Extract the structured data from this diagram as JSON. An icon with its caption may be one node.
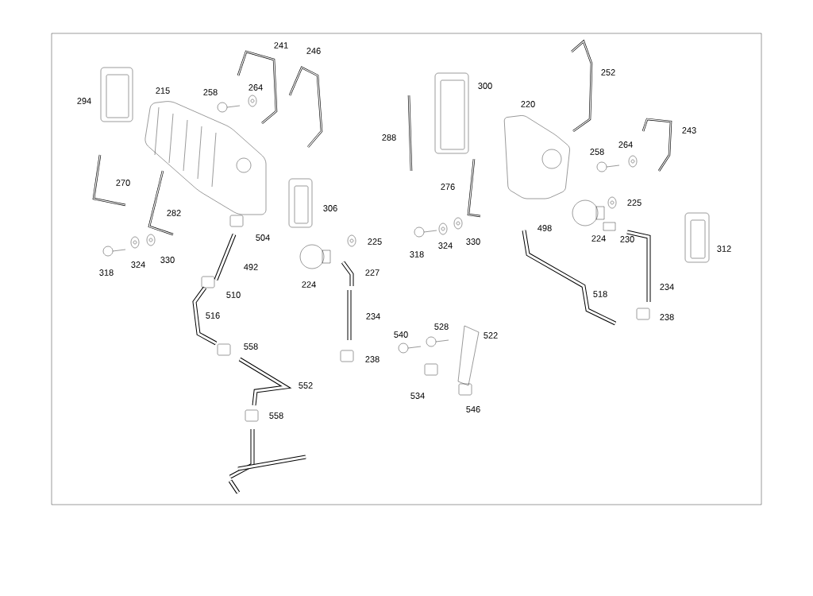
{
  "diagram": {
    "labels": [
      "241",
      "246",
      "252",
      "215",
      "258",
      "264",
      "300",
      "294",
      "220",
      "243",
      "288",
      "258",
      "264",
      "270",
      "276",
      "282",
      "306",
      "225",
      "498",
      "504",
      "225",
      "224",
      "230",
      "318",
      "324",
      "330",
      "318",
      "324",
      "330",
      "312",
      "492",
      "227",
      "224",
      "234",
      "510",
      "518",
      "516",
      "234",
      "238",
      "558",
      "540",
      "528",
      "522",
      "238",
      "552",
      "534",
      "546",
      "558"
    ]
  }
}
